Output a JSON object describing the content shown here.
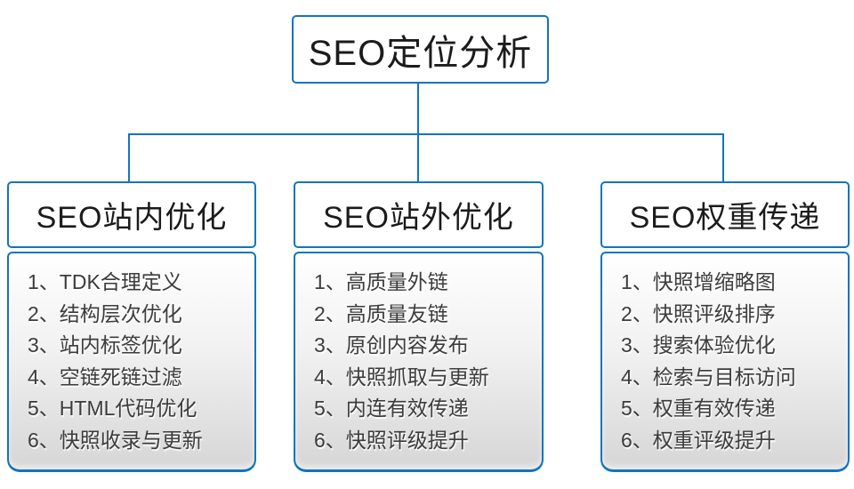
{
  "colors": {
    "accent": "#1274bd"
  },
  "root": {
    "label": "SEO定位分析"
  },
  "columns": [
    {
      "title": "SEO站内优化",
      "items": [
        "1、TDK合理定义",
        "2、结构层次优化",
        "3、站内标签优化",
        "4、空链死链过滤",
        "5、HTML代码优化",
        "6、快照收录与更新"
      ]
    },
    {
      "title": "SEO站外优化",
      "items": [
        "1、高质量外链",
        "2、高质量友链",
        "3、原创内容发布",
        "4、快照抓取与更新",
        "5、内连有效传递",
        "6、快照评级提升"
      ]
    },
    {
      "title": "SEO权重传递",
      "items": [
        "1、快照增缩略图",
        "2、快照评级排序",
        "3、搜索体验优化",
        "4、检索与目标访问",
        "5、权重有效传递",
        "6、权重评级提升"
      ]
    }
  ]
}
